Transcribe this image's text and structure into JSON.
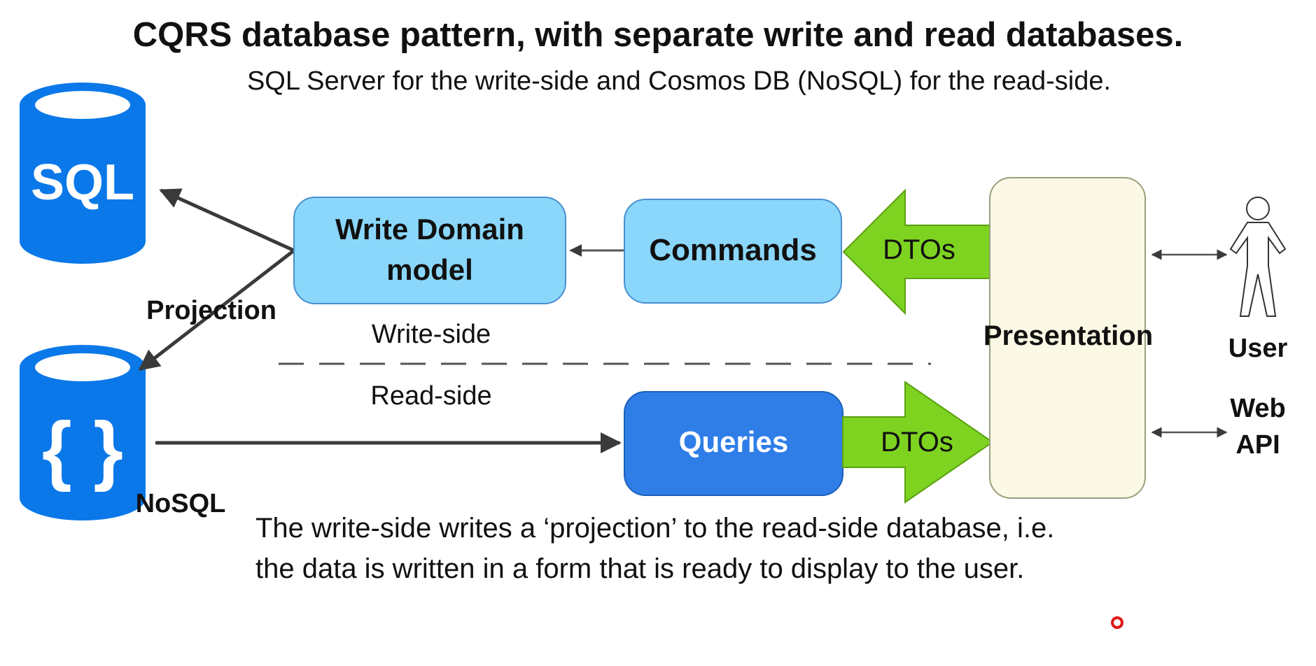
{
  "title": "CQRS database pattern, with separate write and read databases.",
  "subtitle": "SQL Server for the write-side and Cosmos DB (NoSQL) for the read-side.",
  "databases": {
    "sql_label": "SQL",
    "nosql_symbol": "{ }",
    "nosql_label": "NoSQL",
    "color": "#0a78e8"
  },
  "boxes": {
    "write_domain_line1": "Write Domain",
    "write_domain_line2": "model",
    "commands": "Commands",
    "queries": "Queries",
    "presentation": "Presentation"
  },
  "arrows": {
    "dtos_write": "DTOs",
    "dtos_read": "DTOs",
    "projection": "Projection",
    "arrow_color": "#7ed321"
  },
  "sides": {
    "write": "Write-side",
    "read": "Read-side"
  },
  "actors": {
    "user": "User",
    "web_line1": "Web",
    "web_line2": "API"
  },
  "note": {
    "line1": "The write-side writes a ‘projection’ to the read-side database, i.e.",
    "line2": "the data is written in a form that is ready to display to the user."
  },
  "colors": {
    "light_box": "#8ad7fb",
    "dark_box": "#2f7ee8",
    "presentation_fill": "#fbf8e6"
  }
}
